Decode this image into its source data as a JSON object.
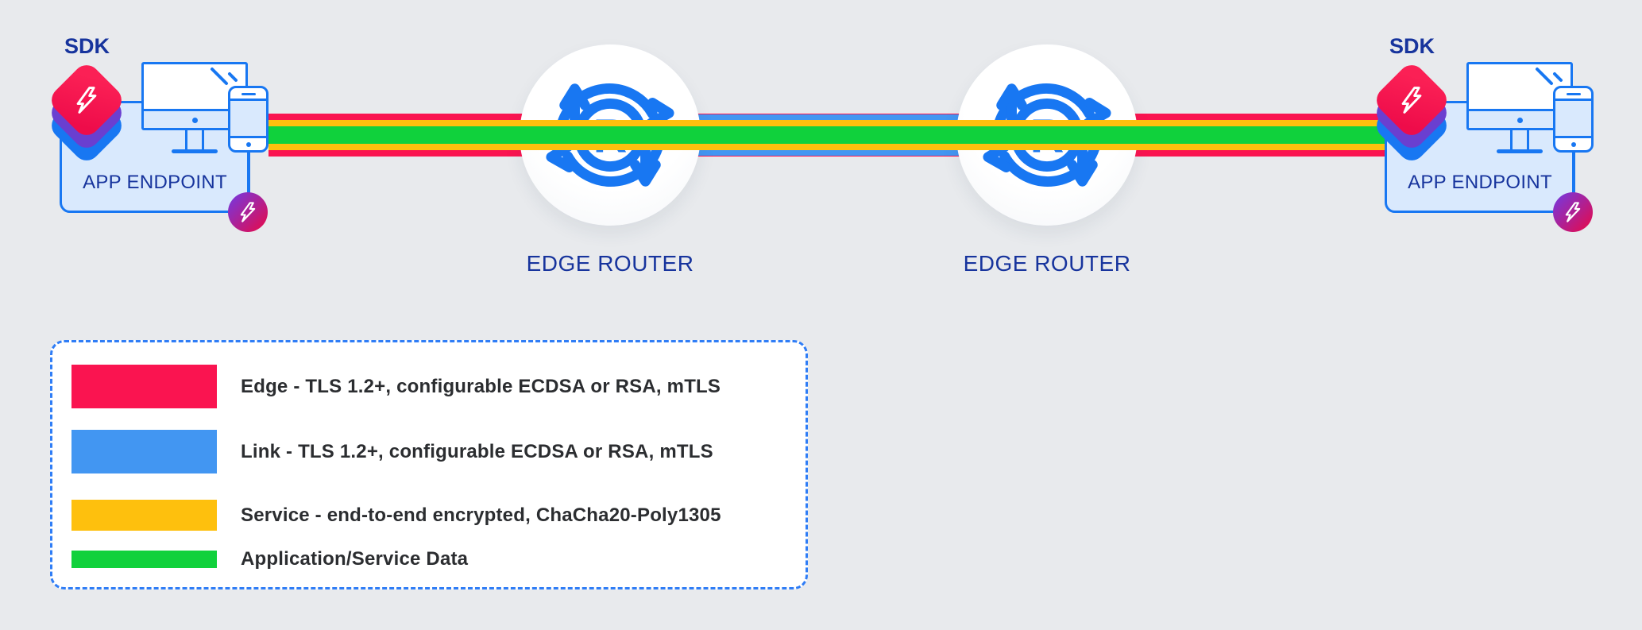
{
  "colors": {
    "background": "#E8EAED",
    "edge_red": "#FA1450",
    "link_blue": "#4296F2",
    "service_yellow": "#FEC00D",
    "data_green": "#10D13C",
    "outline_blue": "#1877F2",
    "box_fill": "#D9E9FD",
    "navy_text": "#17349D",
    "legend_text": "#2B2D30",
    "legend_border": "#2F7DF6",
    "badge_grad_start": "#7C35D6",
    "badge_grad_end": "#DE0D55",
    "sdk_purple": "#6A3FD0"
  },
  "left_endpoint": {
    "sdk": "SDK",
    "label": "APP ENDPOINT"
  },
  "right_endpoint": {
    "sdk": "SDK",
    "label": "APP ENDPOINT"
  },
  "left_router": {
    "label": "EDGE ROUTER",
    "letter": "R"
  },
  "right_router": {
    "label": "EDGE ROUTER",
    "letter": "R"
  },
  "legend": {
    "items": [
      {
        "color": "#FA1450",
        "label": "Edge - TLS 1.2+, configurable ECDSA or RSA, mTLS"
      },
      {
        "color": "#4296F2",
        "label": "Link - TLS 1.2+, configurable ECDSA or RSA, mTLS"
      },
      {
        "color": "#FEC00D",
        "label": "Service - end-to-end encrypted, ChaCha20-Poly1305"
      },
      {
        "color": "#10D13C",
        "label": "Application/Service Data"
      }
    ]
  }
}
